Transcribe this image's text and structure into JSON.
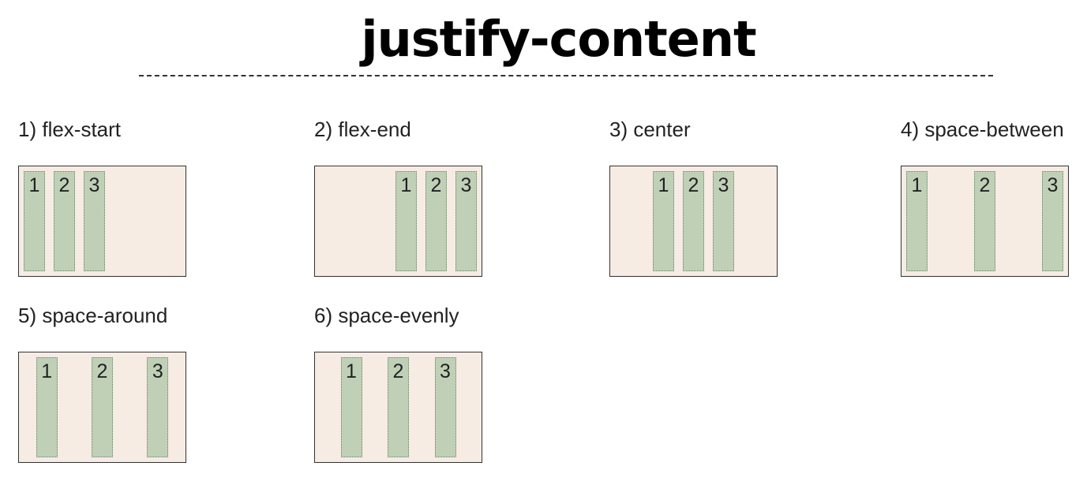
{
  "title": "justify-content",
  "examples": [
    {
      "label": "1) flex-start",
      "mode": "jc-start",
      "items": [
        "1",
        "2",
        "3"
      ]
    },
    {
      "label": "2) flex-end",
      "mode": "jc-end",
      "items": [
        "1",
        "2",
        "3"
      ]
    },
    {
      "label": "3) center",
      "mode": "jc-center",
      "items": [
        "1",
        "2",
        "3"
      ]
    },
    {
      "label": "4) space-between",
      "mode": "jc-between",
      "items": [
        "1",
        "2",
        "3"
      ]
    },
    {
      "label": "5) space-around",
      "mode": "jc-around",
      "items": [
        "1",
        "2",
        "3"
      ]
    },
    {
      "label": "6) space-evenly",
      "mode": "jc-evenly",
      "items": [
        "1",
        "2",
        "3"
      ]
    }
  ],
  "colors": {
    "container_bg": "#f6ece3",
    "item_bg": "#bfd0b7",
    "border": "#333333"
  }
}
